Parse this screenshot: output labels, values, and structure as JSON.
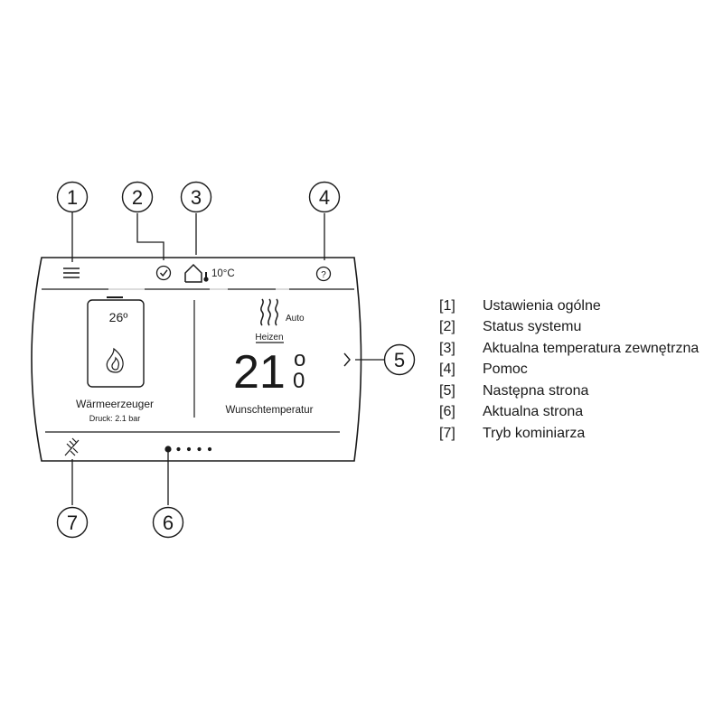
{
  "callouts": [
    "1",
    "2",
    "3",
    "4",
    "5",
    "6",
    "7"
  ],
  "screen": {
    "outdoor_temp": "10°C",
    "help_glyph": "?",
    "boiler_temp": "26º",
    "boiler_label": "Wärmeerzeuger",
    "pressure_label": "Druck: 2.1 bar",
    "mode_label": "Auto",
    "heating_label": "Heizen",
    "set_temp_whole": "21",
    "set_temp_decimal": "0",
    "set_temp_degree": "o",
    "set_temp_label": "Wunschtemperatur",
    "page_dots": {
      "current": 1,
      "total": 5
    },
    "icons": [
      "menu-icon",
      "checkmark-icon",
      "house-thermometer-icon",
      "help-icon",
      "flame-icon",
      "heating-waves-icon",
      "chevron-right-icon",
      "chimney-sweep-icon"
    ]
  },
  "legend": [
    {
      "ref": "[1]",
      "label": "Ustawienia ogólne"
    },
    {
      "ref": "[2]",
      "label": "Status systemu"
    },
    {
      "ref": "[3]",
      "label": "Aktualna temperatura zewnętrzna"
    },
    {
      "ref": "[4]",
      "label": "Pomoc"
    },
    {
      "ref": "[5]",
      "label": "Następna strona"
    },
    {
      "ref": "[6]",
      "label": "Aktualna strona"
    },
    {
      "ref": "[7]",
      "label": "Tryb kominiarza"
    }
  ]
}
